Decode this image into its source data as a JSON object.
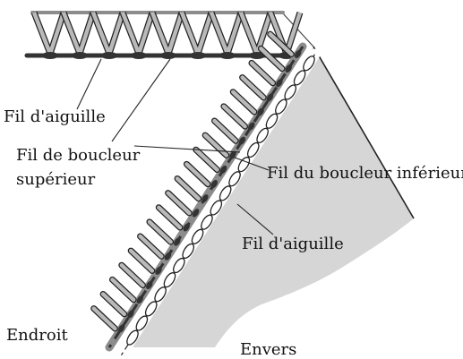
{
  "diagram": {
    "labels": {
      "needle_thread_top": "Fil d'aiguille",
      "upper_looper_line1": "Fil de boucleur",
      "upper_looper_line2": "supérieur",
      "lower_looper": "Fil du boucleur inférieur",
      "needle_thread_mid": "Fil d'aiguille",
      "right_side": "Endroit",
      "wrong_side": "Envers"
    },
    "colors": {
      "fabric_face": "#ffffff",
      "fabric_back": "#d6d6d6",
      "thread_light": "#b9b9b9",
      "thread_mid": "#8c8c8c",
      "thread_dark": "#333333",
      "outline": "#222222"
    }
  }
}
